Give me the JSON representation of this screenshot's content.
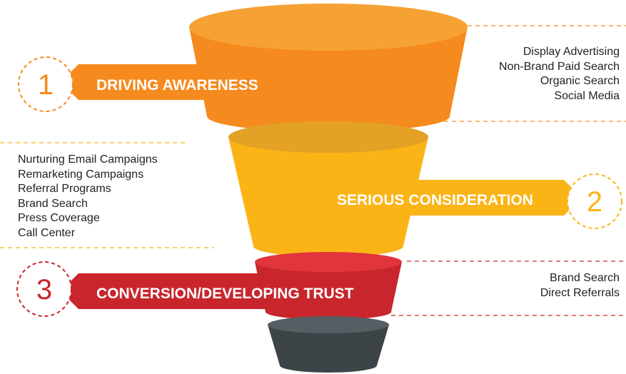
{
  "stages": [
    {
      "number": "1",
      "label": "DRIVING AWARENESS",
      "color": "#F58A1F",
      "items": [
        "Display Advertising",
        "Non-Brand Paid Search",
        "Organic Search",
        "Social Media"
      ]
    },
    {
      "number": "2",
      "label": "SERIOUS CONSIDERATION",
      "color": "#FBB416",
      "items": [
        "Nurturing Email Campaigns",
        "Remarketing Campaigns",
        "Referral Programs",
        "Brand Search",
        "Press Coverage",
        "Call Center"
      ]
    },
    {
      "number": "3",
      "label": "CONVERSION/DEVELOPING TRUST",
      "color": "#C8262C",
      "items": [
        "Brand Search",
        "Direct Referrals"
      ]
    }
  ],
  "bottom_tier_color": "#3D4448"
}
